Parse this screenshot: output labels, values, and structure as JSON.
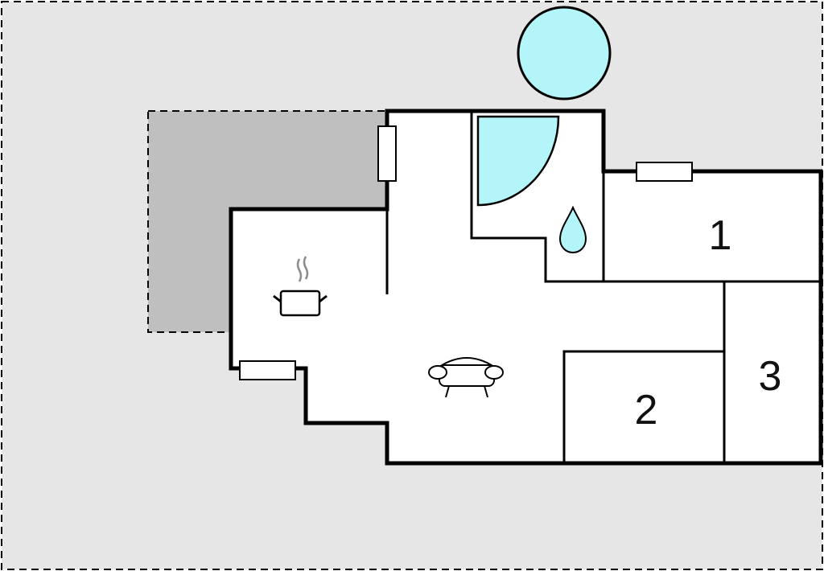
{
  "floorplan": {
    "rooms": [
      {
        "id": "bedroom-1",
        "label": "1"
      },
      {
        "id": "bedroom-2",
        "label": "2"
      },
      {
        "id": "bedroom-3",
        "label": "3"
      }
    ],
    "icons": {
      "pool": "pool-icon",
      "shower": "shower-icon",
      "water_drop": "water-drop-icon",
      "kitchen": "cooking-pot-icon",
      "living": "sofa-icon"
    },
    "colors": {
      "plot": "#e6e6e6",
      "terrace": "#bfbfbf",
      "interior": "#ffffff",
      "water": "#b3f5f8",
      "wall": "#000000"
    }
  }
}
